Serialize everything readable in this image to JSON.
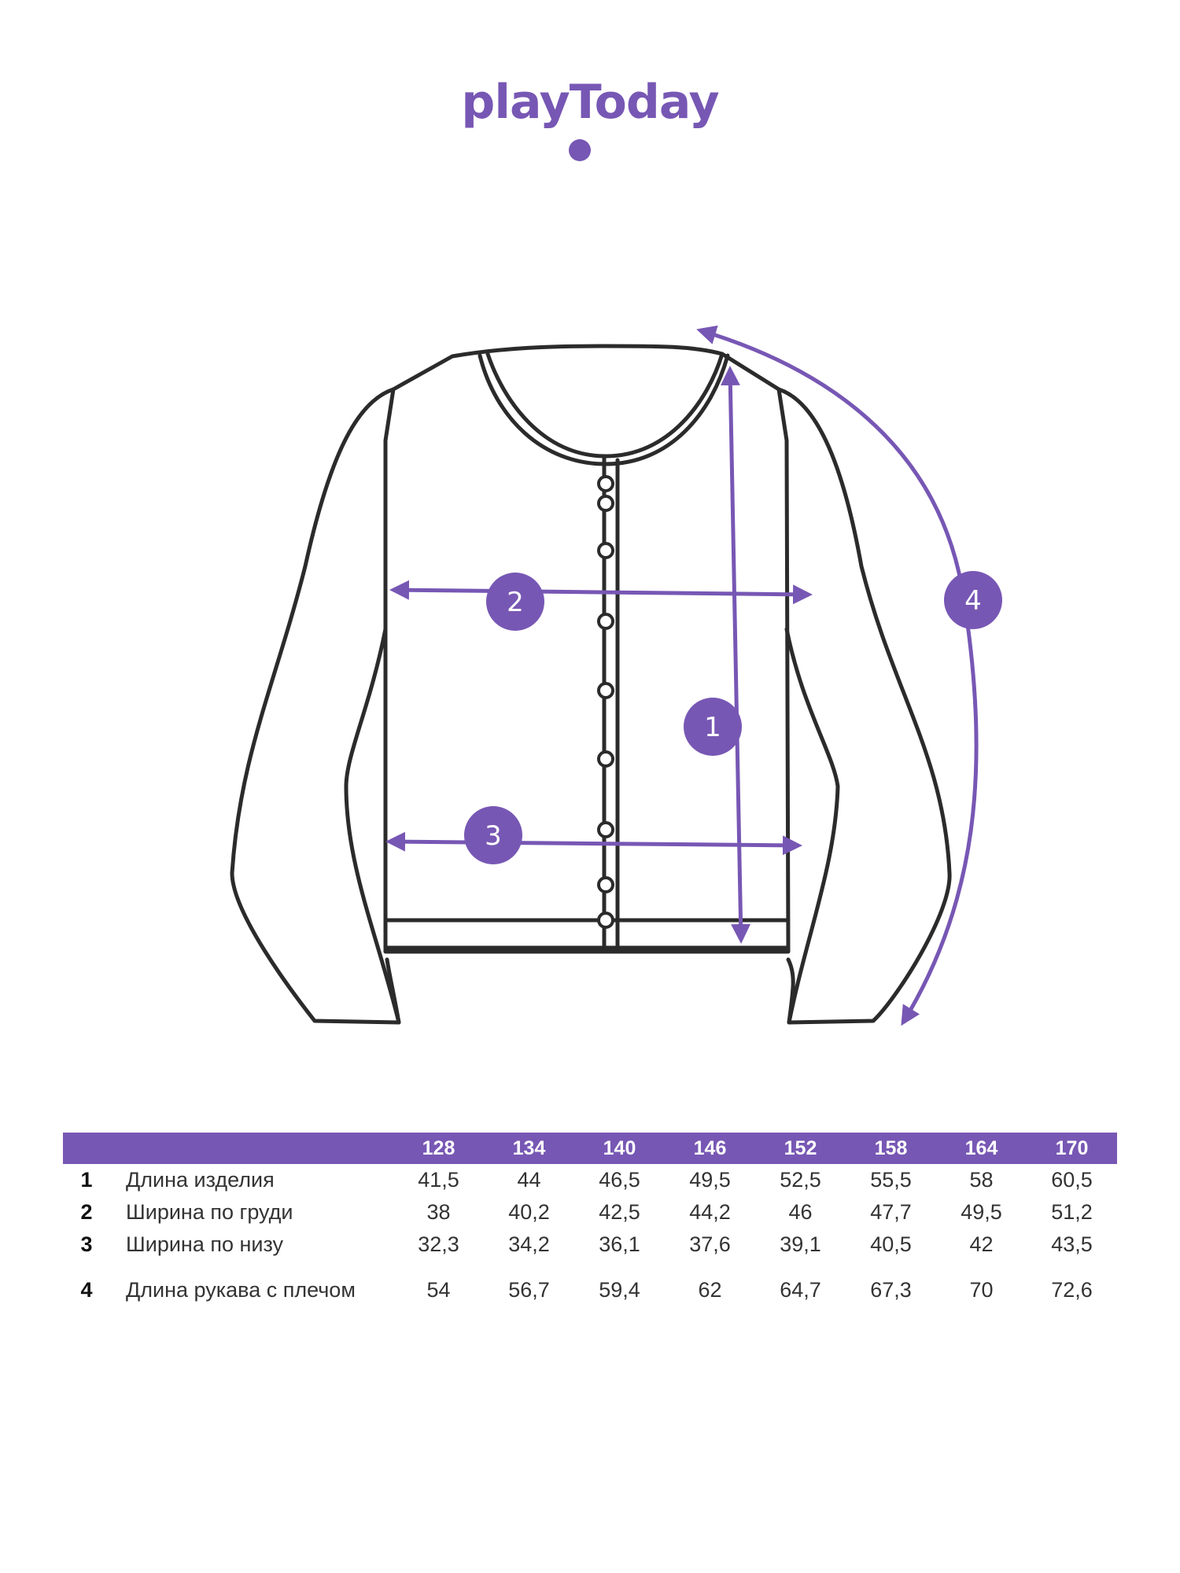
{
  "brand": {
    "name": "playToday",
    "color": "#7757b4"
  },
  "badges": [
    "1",
    "2",
    "3",
    "4"
  ],
  "table": {
    "sizes": [
      "128",
      "134",
      "140",
      "146",
      "152",
      "158",
      "164",
      "170"
    ],
    "rows": [
      {
        "num": "1",
        "name": "Длина изделия",
        "values": [
          "41,5",
          "44",
          "46,5",
          "49,5",
          "52,5",
          "55,5",
          "58",
          "60,5"
        ]
      },
      {
        "num": "2",
        "name": "Ширина по груди",
        "values": [
          "38",
          "40,2",
          "42,5",
          "44,2",
          "46",
          "47,7",
          "49,5",
          "51,2"
        ]
      },
      {
        "num": "3",
        "name": "Ширина по низу",
        "values": [
          "32,3",
          "34,2",
          "36,1",
          "37,6",
          "39,1",
          "40,5",
          "42",
          "43,5"
        ]
      },
      {
        "num": "4",
        "name": "Длина рукава с плечом",
        "values": [
          "54",
          "56,7",
          "59,4",
          "62",
          "64,7",
          "67,3",
          "70",
          "72,6"
        ]
      }
    ]
  }
}
